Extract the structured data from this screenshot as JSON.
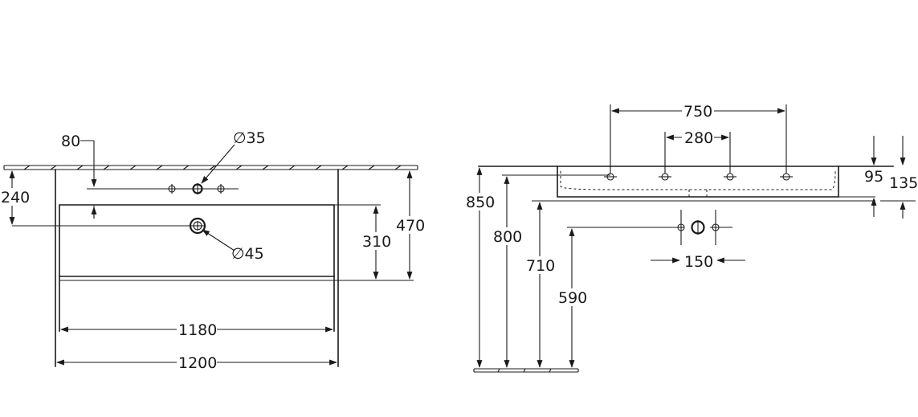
{
  "front_view": {
    "dim_80": "80",
    "dim_dia35": "∅35",
    "dim_240": "240",
    "dim_310": "310",
    "dim_470": "470",
    "dim_dia45": "∅45",
    "dim_1180": "1180",
    "dim_1200": "1200"
  },
  "side_view": {
    "dim_750": "750",
    "dim_280": "280",
    "dim_850": "850",
    "dim_800": "800",
    "dim_710": "710",
    "dim_590": "590",
    "dim_150": "150",
    "dim_95": "95",
    "dim_135": "135"
  },
  "colors": {
    "line": "#1a1a1a",
    "background": "#ffffff"
  }
}
